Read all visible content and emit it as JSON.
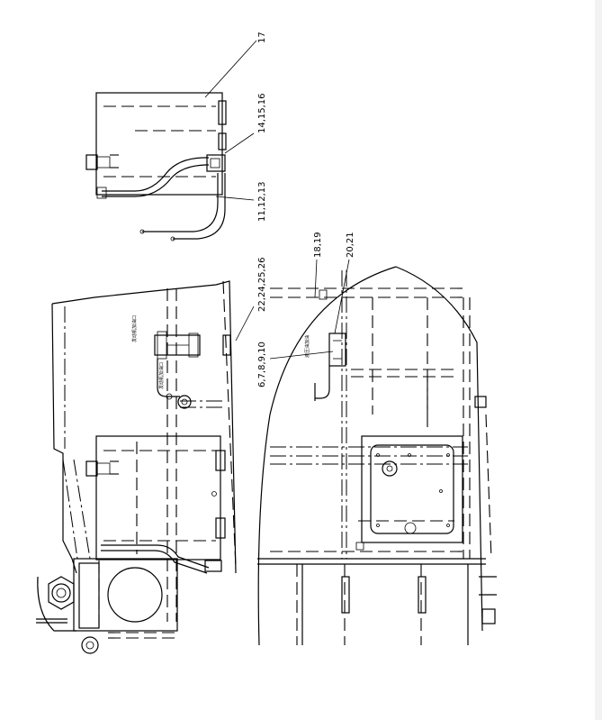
{
  "callouts": {
    "c17": "17",
    "c14": "14,15,16",
    "c11": "11,12,13",
    "c22": "22,24,25,26",
    "c18": "18,19",
    "c20": "20,21",
    "c6": "6,7,8,9,10"
  },
  "notes": {
    "n1": "发动机加油口",
    "n2": "发动机加油口",
    "n3": "液压油加油"
  }
}
